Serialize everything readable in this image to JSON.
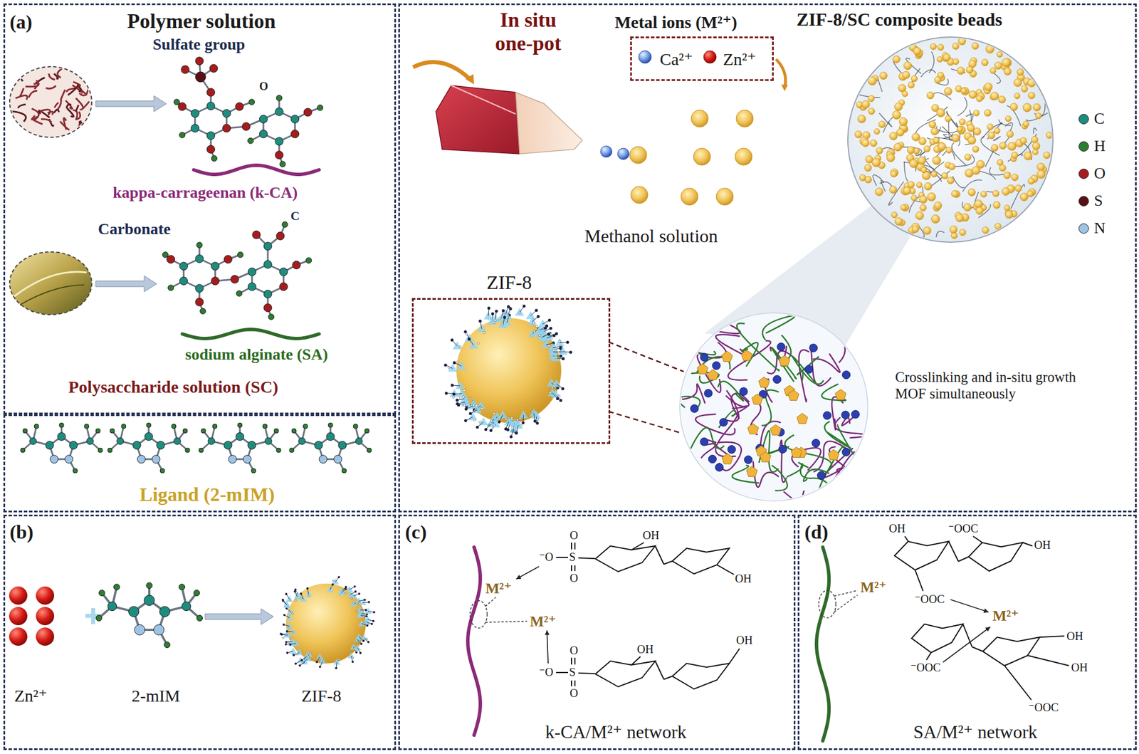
{
  "diagram": {
    "nodes": [
      {
        "text": [
          "(a)",
          "Polymer solution"
        ]
      },
      {
        "text": [
          "Ligand (2-mIM)"
        ]
      },
      {
        "text": [
          "In situ one-pot"
        ]
      },
      {
        "text": [
          "Metal ions (M²⁺)",
          "Ca²⁺",
          "Zn²⁺"
        ],
        "in": 2
      },
      {
        "text": [
          "ZIF-8"
        ],
        "in": 2
      },
      {
        "text": [
          "(b)",
          "Zn²⁺",
          "2-mIM",
          "ZIF-8"
        ]
      },
      {
        "text": [
          "(c)",
          "k-CA/M²⁺ network"
        ]
      },
      {
        "text": [
          "(d)",
          "SA/M²⁺ network"
        ]
      }
    ],
    "labels": [
      "Sulfate group",
      "O",
      "kappa-carrageenan (k-CA)",
      "Carbonate",
      "C",
      "sodium alginate (SA)",
      "Polysaccharide solution (SC)",
      "Methanol solution",
      "ZIF-8/SC composite beads",
      "Crosslinking and in-situ growth MOF simultaneously",
      "M²⁺",
      "M²⁺",
      "M²⁺",
      "M²⁺",
      "⁻O",
      "S",
      "O",
      "O",
      "⁻O",
      "S",
      "O",
      "O",
      "OH",
      "OH",
      "OH",
      "OH",
      "OH",
      "⁻OOC",
      "OH",
      "⁻OOC",
      "⁻OOC",
      "OH",
      "OH",
      "⁻OOC"
    ],
    "legend": [
      {
        "text": "C",
        "color": "#1e8c7e"
      },
      {
        "text": "H",
        "color": "#2e7d32"
      },
      {
        "text": "O",
        "color": "#a61c1c"
      },
      {
        "text": "S",
        "color": "#5a0f14"
      },
      {
        "text": "N",
        "color": "#9ec3e6"
      }
    ]
  }
}
